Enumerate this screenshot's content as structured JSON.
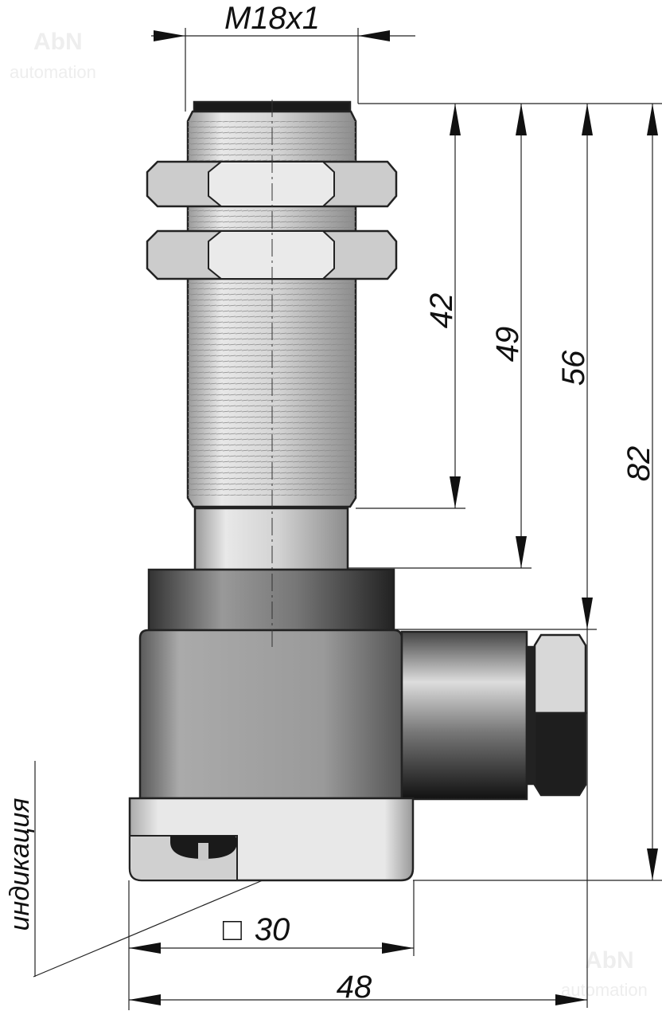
{
  "watermark": {
    "line1": "AbN",
    "line2": "automation"
  },
  "dimensions": {
    "thread": "M18x1",
    "d42": "42",
    "d49": "49",
    "d56": "56",
    "d82": "82",
    "square_symbol": "□",
    "d30": "30",
    "d48": "48"
  },
  "labels": {
    "indication": "индикация"
  },
  "colors": {
    "outline": "#222222",
    "dark": "#1a1a1a",
    "light": "#e6e6e6"
  }
}
